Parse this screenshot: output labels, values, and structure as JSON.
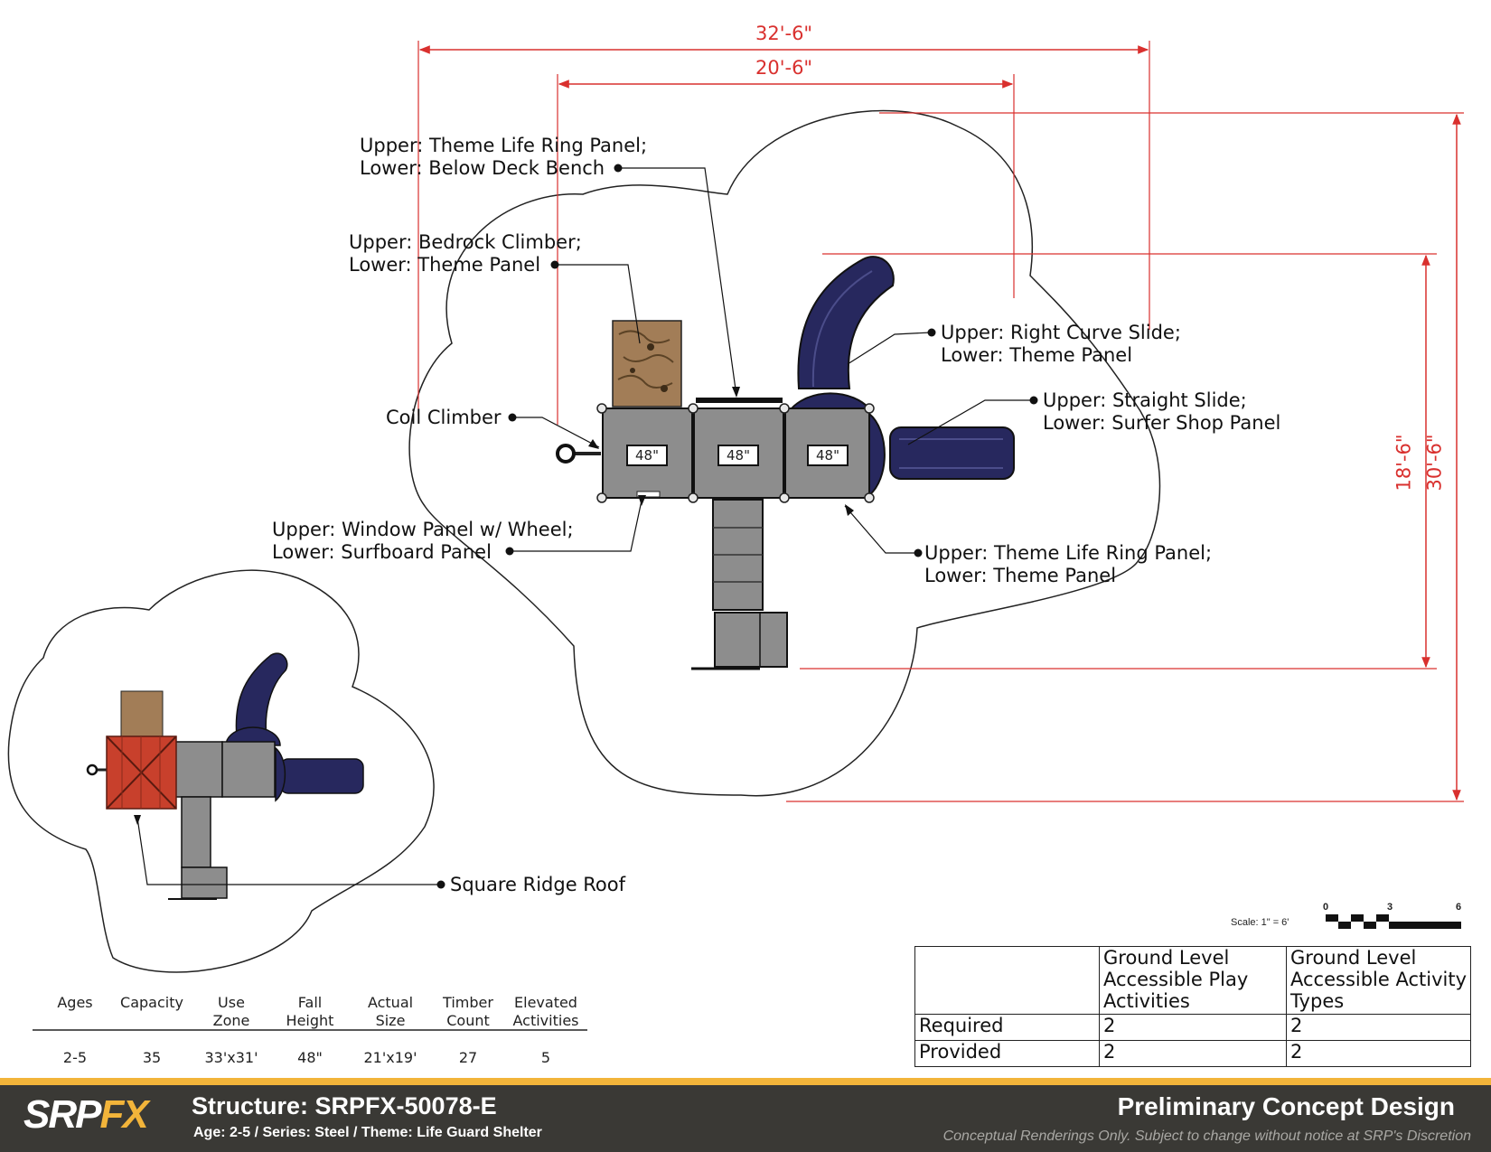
{
  "dimensions": {
    "top_outer": "32'-6\"",
    "top_inner": "20'-6\"",
    "side_inner": "18'-6\"",
    "side_outer": "30'-6\""
  },
  "callouts": {
    "life_ring_bench": "Upper: Theme Life Ring Panel;\nLower: Below Deck Bench",
    "bedrock": "Upper: Bedrock Climber;\nLower: Theme Panel",
    "coil": "Coil Climber",
    "window_wheel": "Upper: Window Panel w/ Wheel;\nLower: Surfboard Panel",
    "right_curve": "Upper: Right Curve Slide;\nLower: Theme Panel",
    "straight": "Upper: Straight Slide;\nLower: Surfer Shop Panel",
    "life_ring_theme": "Upper: Theme Life Ring Panel;\nLower: Theme Panel",
    "roof": "Square Ridge Roof"
  },
  "deck_heights": [
    "48\"",
    "48\"",
    "48\""
  ],
  "specs": {
    "headers": [
      "Ages",
      "Capacity",
      "Use\nZone",
      "Fall\nHeight",
      "Actual\nSize",
      "Timber\nCount",
      "Elevated\nActivities"
    ],
    "values": [
      "2-5",
      "35",
      "33'x31'",
      "48\"",
      "21'x19'",
      "27",
      "5"
    ]
  },
  "accessibility": {
    "col1": "Ground Level\nAccessible Play\nActivities",
    "col2": "Ground Level\nAccessible Activity\nTypes",
    "rows": [
      {
        "label": "Required",
        "v1": "2",
        "v2": "2"
      },
      {
        "label": "Provided",
        "v1": "2",
        "v2": "2"
      }
    ]
  },
  "scale": {
    "label": "Scale: 1\" = 6'",
    "ticks": [
      "0",
      "3",
      "6"
    ]
  },
  "footer": {
    "logo_a": "SRP",
    "logo_b": "FX",
    "structure": "Structure: SRPFX-50078-E",
    "subtitle": "Age: 2-5 / Series: Steel / Theme: Life Guard Shelter",
    "prelim": "Preliminary Concept Design",
    "disclaimer": "Conceptual Renderings Only. Subject to change without notice at SRP's Discretion"
  },
  "colors": {
    "dimension": "#d9302e",
    "deck": "#8d8d8d",
    "slide": "#27285e",
    "roof": "#c8402c",
    "climber": "#a27d57",
    "accent": "#f2b43a",
    "footer_bg": "#3a3935"
  }
}
